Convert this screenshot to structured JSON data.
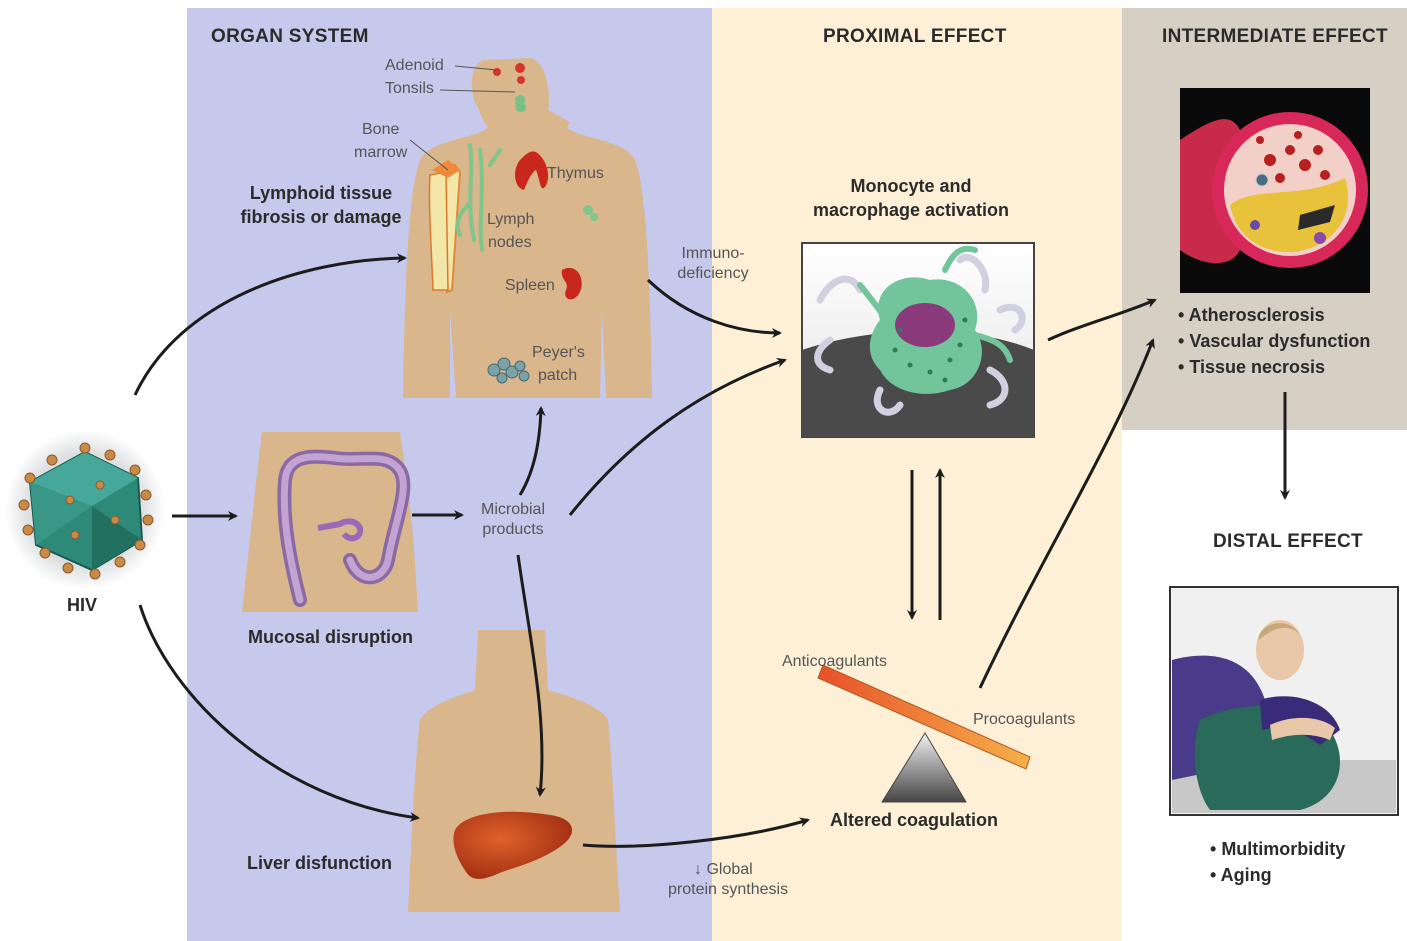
{
  "headers": {
    "organ_system": "ORGAN SYSTEM",
    "proximal": "PROXIMAL EFFECT",
    "intermediate": "INTERMEDIATE EFFECT",
    "distal": "DISTAL EFFECT"
  },
  "virus": {
    "label": "HIV"
  },
  "organ_labels": {
    "adenoid": "Adenoid",
    "tonsils": "Tonsils",
    "bone": "Bone",
    "marrow": "marrow",
    "thymus": "Thymus",
    "lymph": "Lymph",
    "nodes": "nodes",
    "spleen": "Spleen",
    "peyers": "Peyer's",
    "patch": "patch"
  },
  "lymphoid": {
    "line1": "Lymphoid tissue",
    "line2": "fibrosis or damage"
  },
  "mucosal": {
    "label": "Mucosal disruption"
  },
  "microbial": {
    "line1": "Microbial",
    "line2": "products"
  },
  "liver": {
    "label": "Liver disfunction"
  },
  "immuno": {
    "line1": "Immuno-",
    "line2": "deficiency"
  },
  "global": {
    "arrow": "↓",
    "line1": "Global",
    "line2": "protein synthesis"
  },
  "monocyte": {
    "line1": "Monocyte and",
    "line2": "macrophage activation"
  },
  "coagulation": {
    "anticoagulants": "Anticoagulants",
    "procoagulants": "Procoagulants",
    "label": "Altered coagulation"
  },
  "intermediate_effects": [
    "Atherosclerosis",
    "Vascular dysfunction",
    "Tissue necrosis"
  ],
  "distal_effects": [
    "Multimorbidity",
    "Aging"
  ],
  "colors": {
    "organ_bg": "#c6c9ec",
    "proximal_bg": "#fdf0d6",
    "intermediate_bg": "#d6cfc3",
    "skin": "#d9b68c",
    "arrow": "#1c1c1c"
  }
}
